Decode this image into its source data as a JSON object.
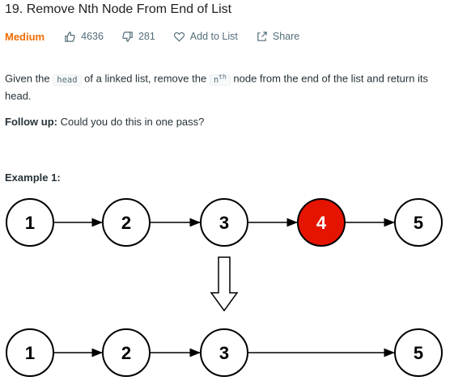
{
  "problem": {
    "title": "19. Remove Nth Node From End of List",
    "difficulty": "Medium",
    "likes": "4636",
    "dislikes": "281",
    "add_to_list": "Add to List",
    "share": "Share"
  },
  "description": {
    "part1": "Given the ",
    "code_head": "head",
    "part2": " of a linked list, remove the ",
    "code_n": "n",
    "code_th": "th",
    "part3": " node from the end of the list and return its head."
  },
  "follow_up": {
    "label": "Follow up:",
    "text": " Could you do this in one pass?"
  },
  "example": {
    "title": "Example 1:",
    "before_nodes": [
      "1",
      "2",
      "3",
      "4",
      "5"
    ],
    "removed_index": 3,
    "after_nodes": [
      "1",
      "2",
      "3",
      "5"
    ]
  },
  "colors": {
    "difficulty": "#ef6c00",
    "removed_node_fill": "#e51400",
    "node_stroke": "#000000"
  },
  "icons": [
    "thumbs-up-icon",
    "thumbs-down-icon",
    "heart-icon",
    "share-icon",
    "down-arrow-icon"
  ]
}
